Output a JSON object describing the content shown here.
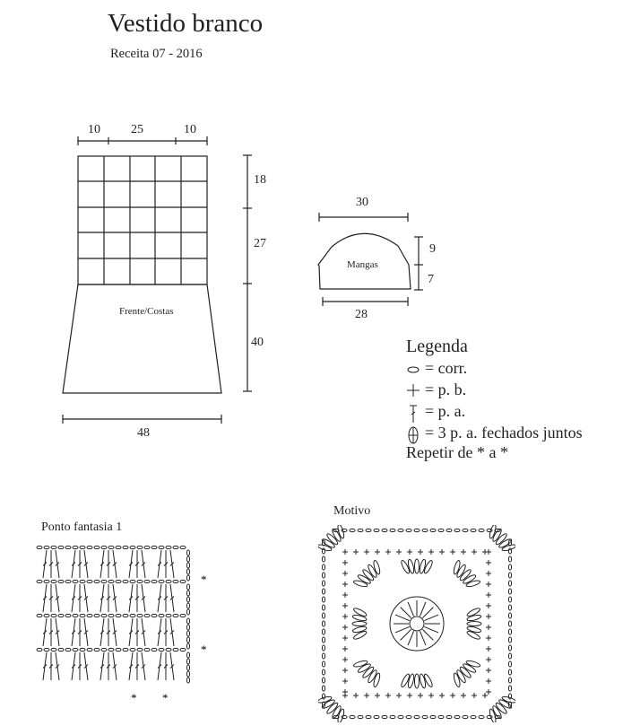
{
  "header": {
    "title": "Vestido branco",
    "subtitle": "Receita  07 - 2016"
  },
  "body_schematic": {
    "top_widths": [
      "10",
      "25",
      "10"
    ],
    "heights": [
      "18",
      "27",
      "40"
    ],
    "bottom_width": "48",
    "label": "Frente/Costas"
  },
  "sleeve_schematic": {
    "top_width": "30",
    "heights": [
      "9",
      "7"
    ],
    "bottom_width": "28",
    "label": "Mangas"
  },
  "legend": {
    "title": "Legenda",
    "items": [
      {
        "icon": "chain-stitch-icon",
        "text": "= corr."
      },
      {
        "icon": "single-crochet-icon",
        "text": "= p. b."
      },
      {
        "icon": "double-crochet-icon",
        "text": "= p. a."
      },
      {
        "icon": "cluster-stitch-icon",
        "text": "= 3 p. a. fechados juntos"
      }
    ],
    "repeat": "Repetir de * a *"
  },
  "stitch_chart": {
    "title": "Ponto fantasia 1",
    "marker": "*"
  },
  "motif_chart": {
    "title": "Motivo"
  }
}
